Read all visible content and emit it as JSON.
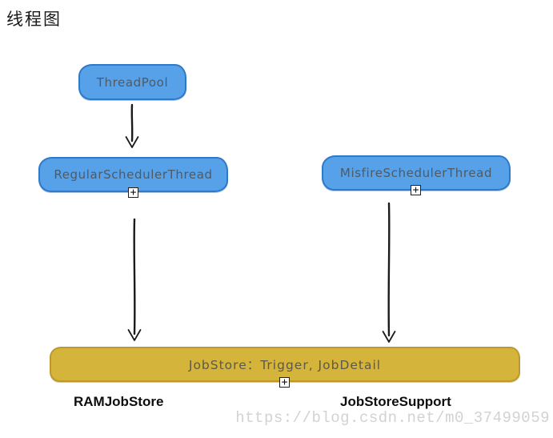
{
  "title": "线程图",
  "nodes": {
    "threadpool": {
      "label": "ThreadPool"
    },
    "regular_scheduler": {
      "label": "RegularSchedulerThread"
    },
    "misfire_scheduler": {
      "label": "MisfireSchedulerThread"
    },
    "jobstore": {
      "label": "JobStore：Trigger, JobDetail"
    }
  },
  "annotations": {
    "ram_jobstore": "RAMJobStore",
    "jobstore_support": "JobStoreSupport"
  },
  "expand_icon_glyph": "+",
  "watermark": "https://blog.csdn.net/m0_37499059",
  "colors": {
    "node_blue_fill": "#57a1e8",
    "node_blue_border": "#2e79cb",
    "node_yellow_fill": "#d5b43c",
    "node_yellow_border": "#bd992c",
    "node_text": "#4e5a66",
    "arrow": "#1b1b1b",
    "caption_text": "#0d0d0d",
    "watermark_text": "#d2d2d2"
  }
}
